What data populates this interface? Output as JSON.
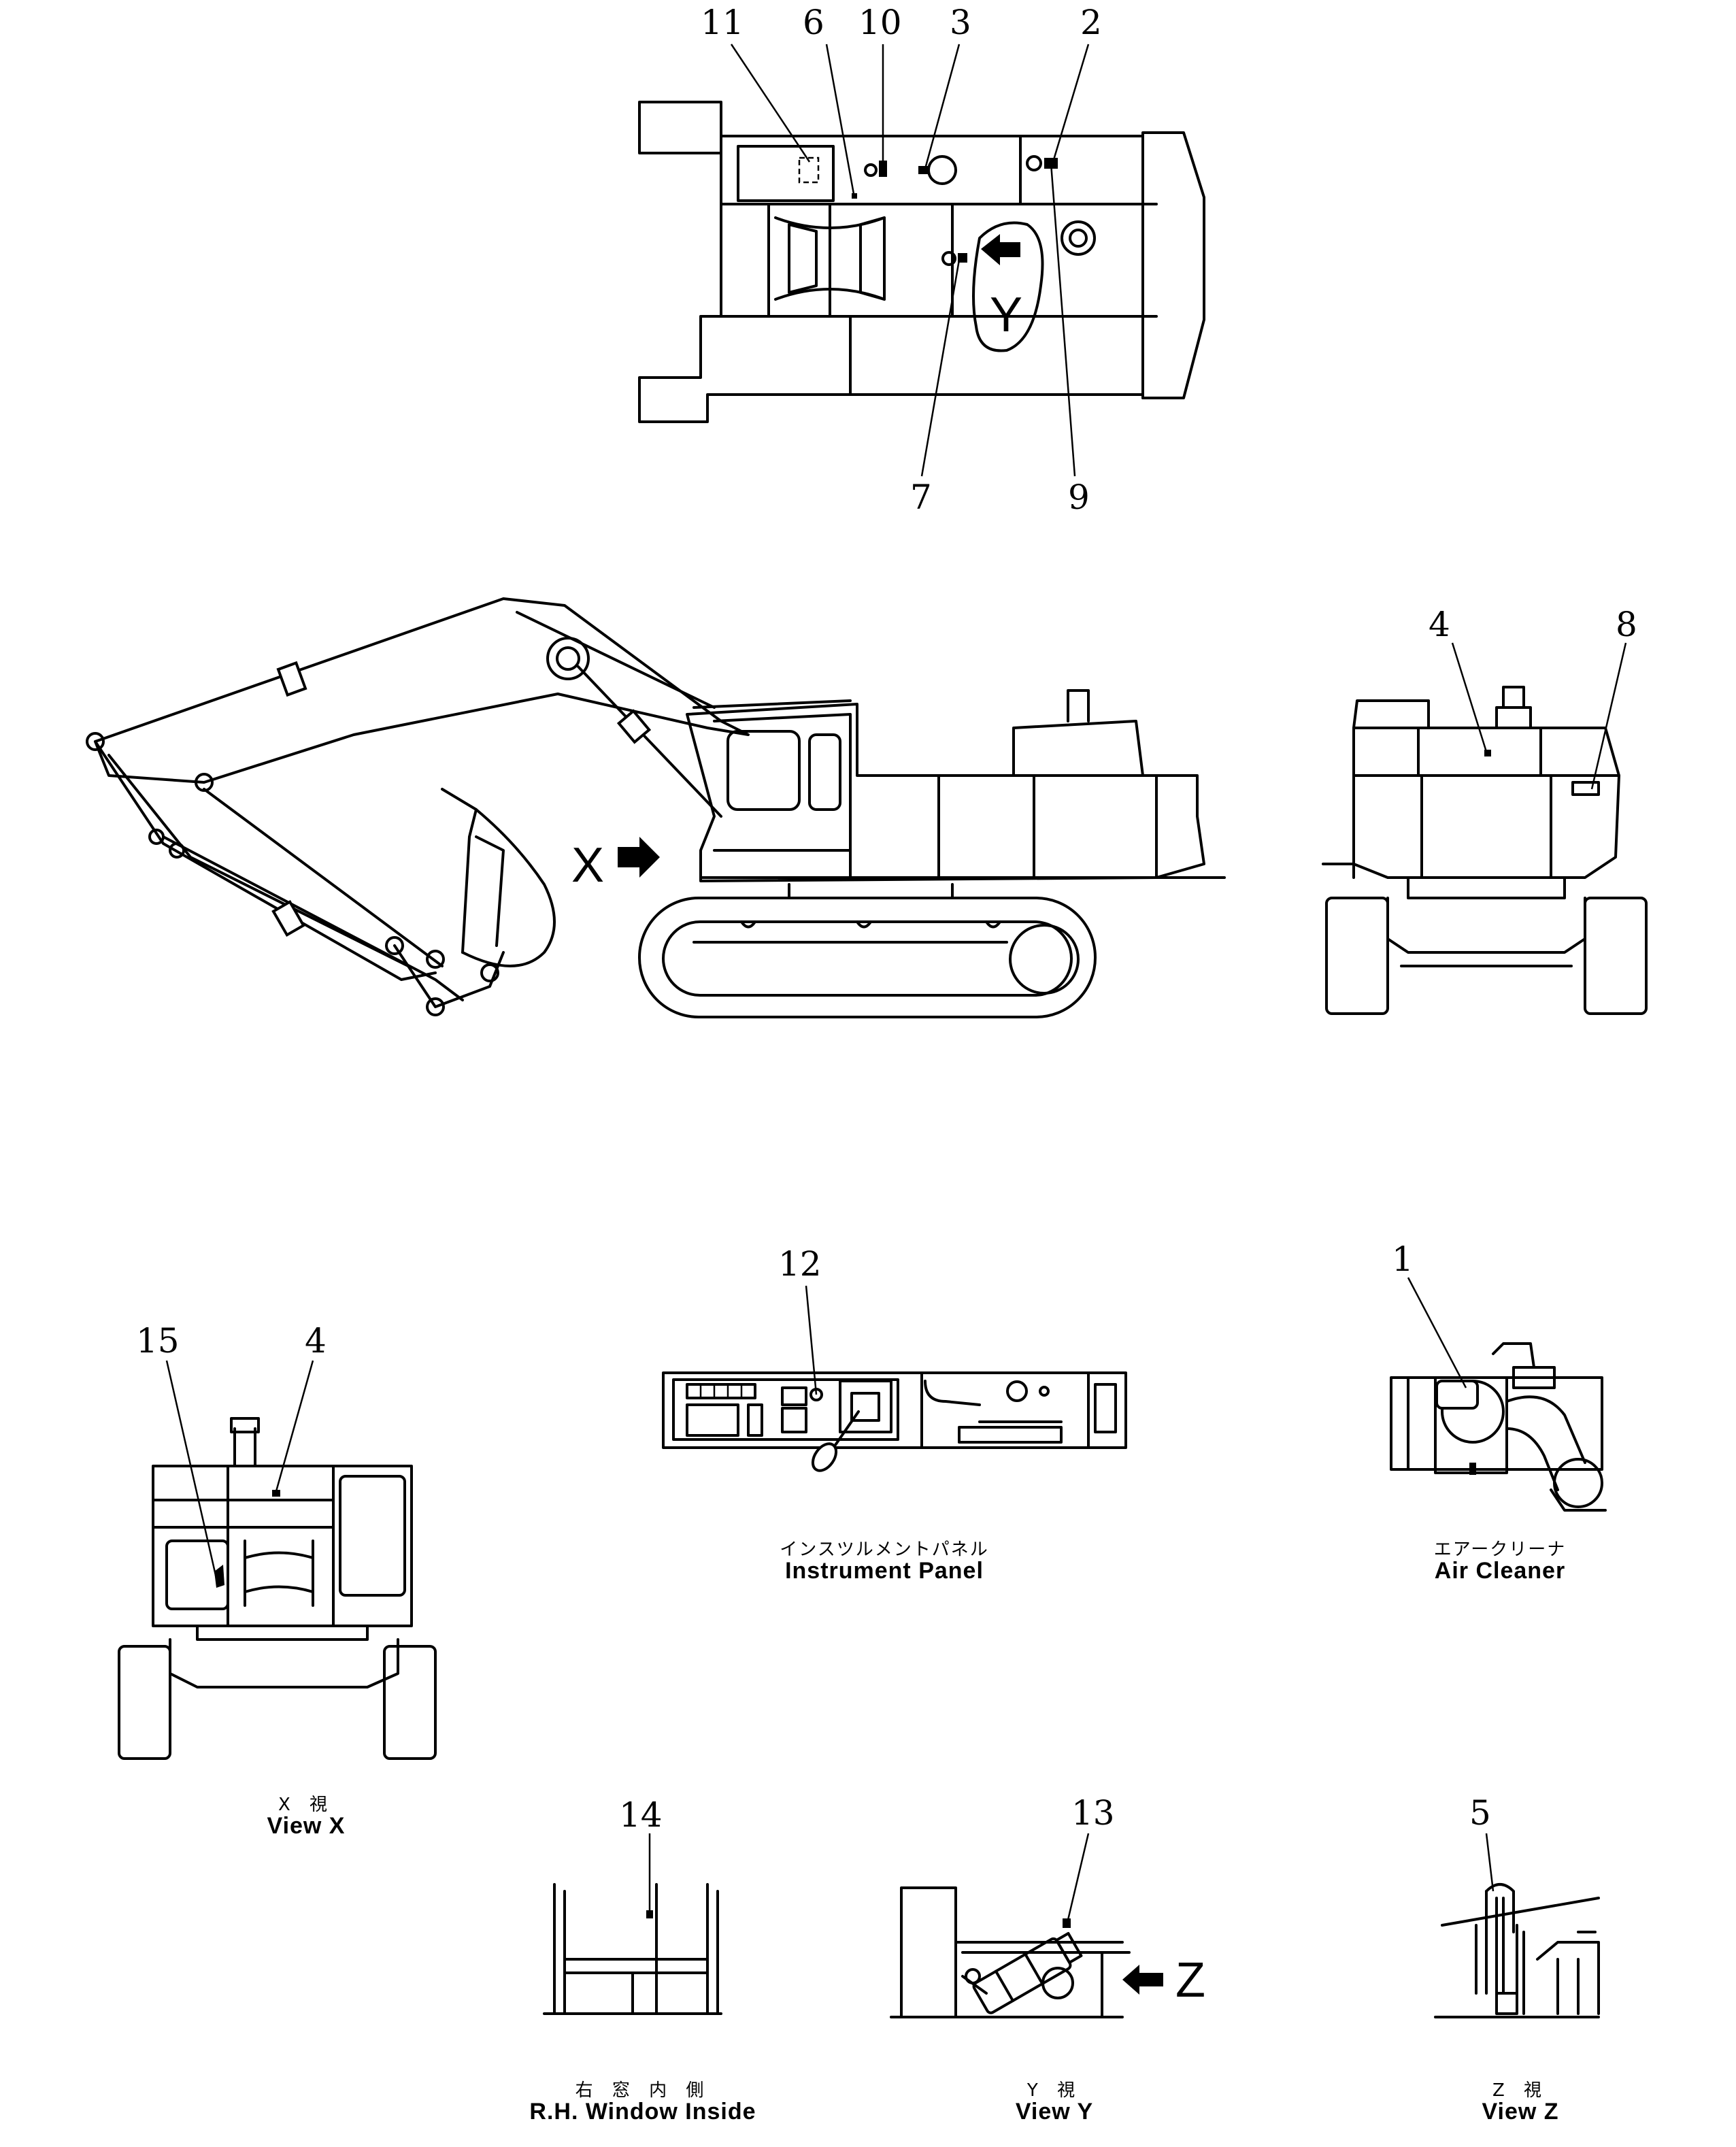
{
  "callouts": {
    "n1": "1",
    "n2": "2",
    "n3": "3",
    "n4a": "4",
    "n4b": "4",
    "n5": "5",
    "n6": "6",
    "n7": "7",
    "n8": "8",
    "n9": "9",
    "n10": "10",
    "n11": "11",
    "n12": "12",
    "n13": "13",
    "n14": "14",
    "n15": "15"
  },
  "view_letters": {
    "x": "X",
    "y": "Y",
    "z": "Z"
  },
  "captions": {
    "view_x": {
      "jp": "X 視",
      "en": "View X"
    },
    "instrument_panel": {
      "jp": "インスツルメントパネル",
      "en": "Instrument Panel"
    },
    "air_cleaner": {
      "jp": "エアークリーナ",
      "en": "Air Cleaner"
    },
    "rh_window": {
      "jp": "右 窓 内 側",
      "en": "R.H. Window Inside"
    },
    "view_y": {
      "jp": "Y 視",
      "en": "View Y"
    },
    "view_z": {
      "jp": "Z 視",
      "en": "View Z"
    }
  },
  "colors": {
    "line": "#000000",
    "paper": "#ffffff"
  }
}
